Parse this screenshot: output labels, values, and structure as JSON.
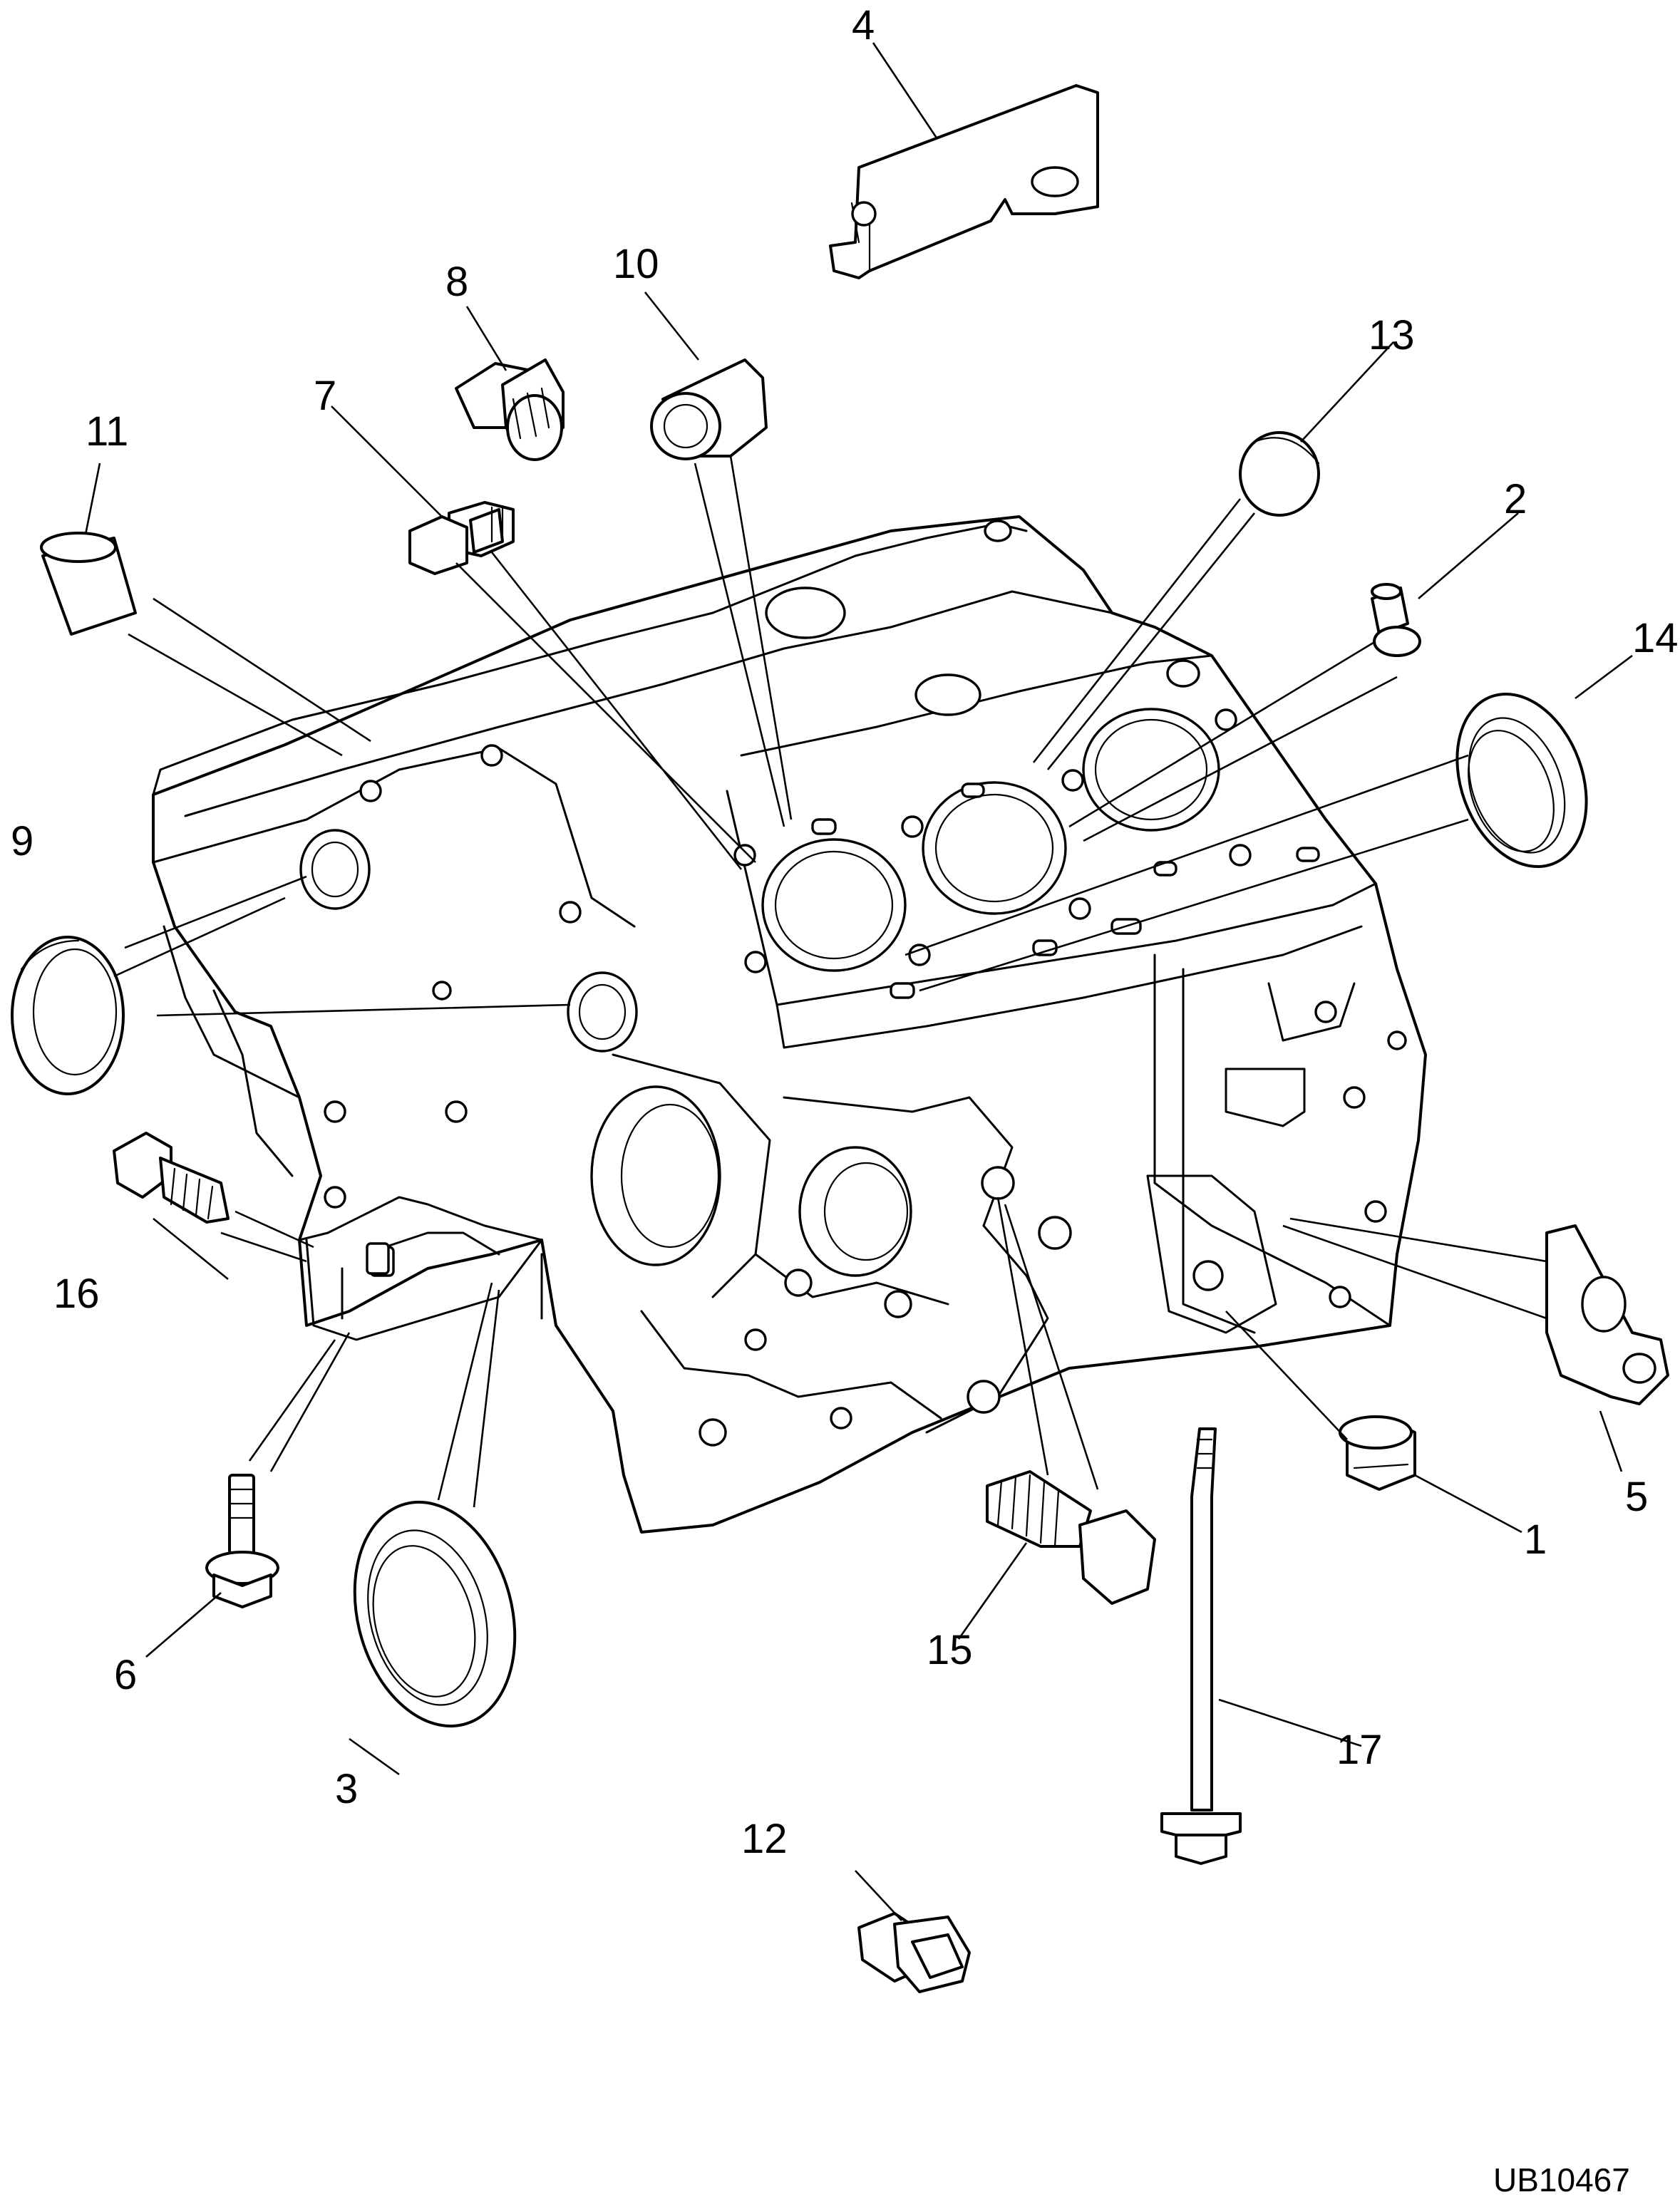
{
  "diagram": {
    "reference_code": "UB10467",
    "callouts": [
      {
        "id": "1",
        "label": "1"
      },
      {
        "id": "2",
        "label": "2"
      },
      {
        "id": "3",
        "label": "3"
      },
      {
        "id": "4",
        "label": "4"
      },
      {
        "id": "5",
        "label": "5"
      },
      {
        "id": "6",
        "label": "6"
      },
      {
        "id": "7",
        "label": "7"
      },
      {
        "id": "8",
        "label": "8"
      },
      {
        "id": "9",
        "label": "9"
      },
      {
        "id": "10",
        "label": "10"
      },
      {
        "id": "11",
        "label": "11"
      },
      {
        "id": "12",
        "label": "12"
      },
      {
        "id": "13",
        "label": "13"
      },
      {
        "id": "14",
        "label": "14"
      },
      {
        "id": "15",
        "label": "15"
      },
      {
        "id": "16",
        "label": "16"
      },
      {
        "id": "17",
        "label": "17"
      }
    ]
  }
}
